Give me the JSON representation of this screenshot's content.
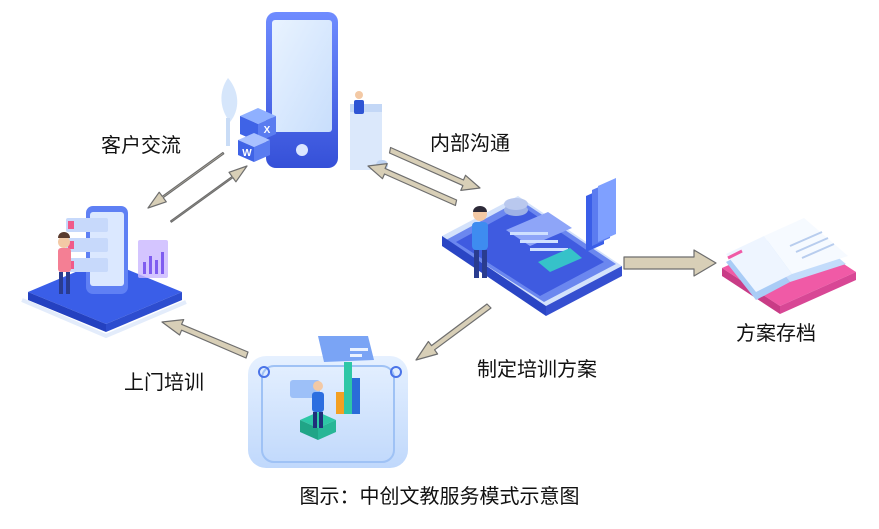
{
  "labels": {
    "customer_communication": "客户交流",
    "internal_communication": "内部沟通",
    "plan_archive": "方案存档",
    "onsite_training": "上门培训",
    "make_training_plan": "制定培训方案"
  },
  "caption": "图示：中创文教服务模式示意图",
  "colors": {
    "arrow_fill": "#d8cfb7",
    "arrow_stroke": "#6e6e6e",
    "device_blue": "#3f63e6",
    "light_blue": "#bcd8ff",
    "book_pink": "#f05aa6"
  },
  "icons": [
    "excel-icon",
    "word-icon"
  ]
}
